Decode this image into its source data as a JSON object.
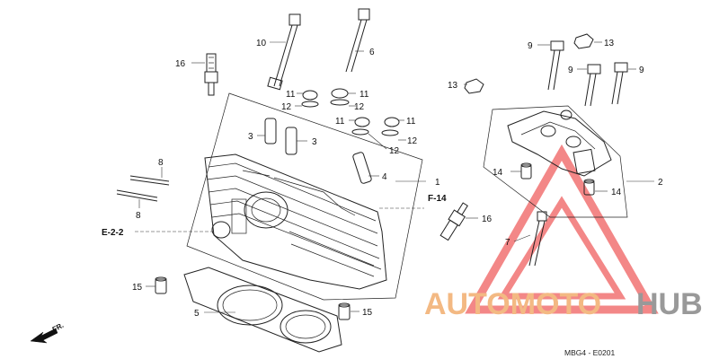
{
  "diagram": {
    "callouts": [
      {
        "id": "c16a",
        "text": "16"
      },
      {
        "id": "c10",
        "text": "10"
      },
      {
        "id": "c6",
        "text": "6"
      },
      {
        "id": "c11a",
        "text": "11"
      },
      {
        "id": "c11b",
        "text": "11"
      },
      {
        "id": "c12a",
        "text": "12"
      },
      {
        "id": "c12b",
        "text": "12"
      },
      {
        "id": "c11c",
        "text": "11"
      },
      {
        "id": "c11d",
        "text": "11"
      },
      {
        "id": "c3a",
        "text": "3"
      },
      {
        "id": "c3b",
        "text": "3"
      },
      {
        "id": "c12c",
        "text": "12"
      },
      {
        "id": "c12d",
        "text": "12"
      },
      {
        "id": "c8a",
        "text": "8"
      },
      {
        "id": "c8b",
        "text": "8"
      },
      {
        "id": "c4",
        "text": "4"
      },
      {
        "id": "c1",
        "text": "1"
      },
      {
        "id": "c16b",
        "text": "16"
      },
      {
        "id": "c15a",
        "text": "15"
      },
      {
        "id": "c5",
        "text": "5"
      },
      {
        "id": "c15b",
        "text": "15"
      },
      {
        "id": "c9a",
        "text": "9"
      },
      {
        "id": "c13a",
        "text": "13"
      },
      {
        "id": "c9b",
        "text": "9"
      },
      {
        "id": "c9c",
        "text": "9"
      },
      {
        "id": "c13b",
        "text": "13"
      },
      {
        "id": "c14a",
        "text": "14"
      },
      {
        "id": "c14b",
        "text": "14"
      },
      {
        "id": "c2",
        "text": "2"
      },
      {
        "id": "c7",
        "text": "7"
      }
    ],
    "references": {
      "e22": "E-2-2",
      "f14": "F-14"
    },
    "front_indicator": "FR.",
    "drawing_code": "MBG4 - E0201"
  },
  "watermark": {
    "part1": "AUTOMOTO",
    "part2": "HUB",
    "color1": "#f0a25a",
    "color2": "#777777",
    "triangle_color": "#ef5f5f"
  }
}
